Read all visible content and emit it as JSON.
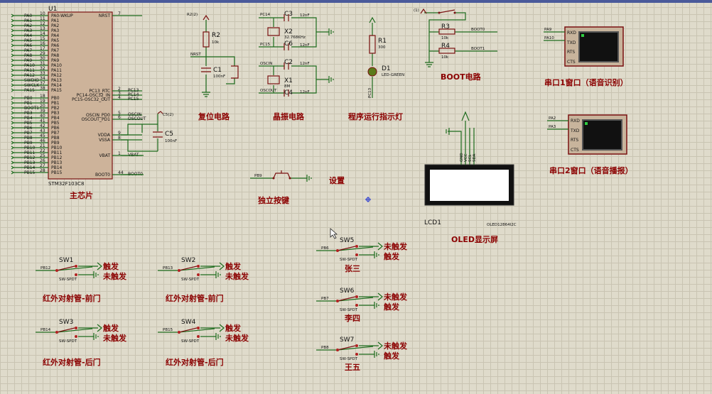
{
  "mcu": {
    "ref": "U1",
    "part": "STM32F103C8",
    "left_pins": [
      {
        "name": "PA0-WKUP",
        "num": "10",
        "net": "PA0"
      },
      {
        "name": "PA1",
        "num": "11",
        "net": "PA1"
      },
      {
        "name": "PA2",
        "num": "12",
        "net": "PA2"
      },
      {
        "name": "PA3",
        "num": "13",
        "net": "PA3"
      },
      {
        "name": "PA4",
        "num": "14",
        "net": "PA4"
      },
      {
        "name": "PA5",
        "num": "15",
        "net": "PA5"
      },
      {
        "name": "PA6",
        "num": "16",
        "net": "PA6"
      },
      {
        "name": "PA7",
        "num": "17",
        "net": "PA7"
      },
      {
        "name": "PA8",
        "num": "29",
        "net": "PA8"
      },
      {
        "name": "PA9",
        "num": "30",
        "net": "PA9"
      },
      {
        "name": "PA10",
        "num": "31",
        "net": "PA10"
      },
      {
        "name": "PA11",
        "num": "32",
        "net": "PA11"
      },
      {
        "name": "PA12",
        "num": "33",
        "net": "PA12"
      },
      {
        "name": "PA13",
        "num": "34",
        "net": "SWDIO"
      },
      {
        "name": "PA14",
        "num": "37",
        "net": "SWCLK"
      },
      {
        "name": "PA15",
        "num": "38",
        "net": "PA15"
      },
      {
        "name": "PB0",
        "num": "18",
        "net": "PB0"
      },
      {
        "name": "PB1",
        "num": "19",
        "net": "PB1"
      },
      {
        "name": "PB2",
        "num": "20",
        "net": "BOOT1"
      },
      {
        "name": "PB3",
        "num": "39",
        "net": "PB3"
      },
      {
        "name": "PB4",
        "num": "40",
        "net": "PB4"
      },
      {
        "name": "PB5",
        "num": "41",
        "net": "PB5"
      },
      {
        "name": "PB6",
        "num": "42",
        "net": "PB6"
      },
      {
        "name": "PB7",
        "num": "43",
        "net": "PB7"
      },
      {
        "name": "PB8",
        "num": "45",
        "net": "PB8"
      },
      {
        "name": "PB9",
        "num": "46",
        "net": "PB9"
      },
      {
        "name": "PB10",
        "num": "21",
        "net": "PB10"
      },
      {
        "name": "PB11",
        "num": "22",
        "net": "PB11"
      },
      {
        "name": "PB12",
        "num": "25",
        "net": "PB12"
      },
      {
        "name": "PB13",
        "num": "26",
        "net": "PB13"
      },
      {
        "name": "PB14",
        "num": "27",
        "net": "PB14"
      },
      {
        "name": "PB15",
        "num": "28",
        "net": "PB15"
      }
    ],
    "right_pins": [
      {
        "name": "NRST",
        "num": "7",
        "net": ""
      },
      {
        "name": "PC13_RTC",
        "num": "2",
        "net": "PC13"
      },
      {
        "name": "PC14-OSC32_IN",
        "num": "3",
        "net": "PC14"
      },
      {
        "name": "PC15-OSC32_OUT",
        "num": "4",
        "net": "PC15"
      },
      {
        "name": "OSCIN_PD0",
        "num": "5",
        "net": "OSCIN"
      },
      {
        "name": "OSCOUT_PD1",
        "num": "6",
        "net": "OSCOUT"
      },
      {
        "name": "VDDA",
        "num": "9",
        "net": ""
      },
      {
        "name": "VSSA",
        "num": "8",
        "net": ""
      },
      {
        "name": "VBAT",
        "num": "1",
        "net": "VBAT"
      },
      {
        "name": "BOOT0",
        "num": "44",
        "net": "BOOT0"
      }
    ]
  },
  "c5": {
    "ref": "C5",
    "value": "100nF",
    "probe": "C5(2)"
  },
  "reset": {
    "r_ref": "R2",
    "r_val": "10k",
    "c_ref": "C1",
    "c_val": "100nF",
    "net": "NRST",
    "probe": "R2(2)"
  },
  "crystal": {
    "c3": "C3",
    "c3v": "12nF",
    "c6": "C6",
    "c6v": "12nF",
    "x2": "X2",
    "x2v": "32.768KHz",
    "c2": "C2",
    "c2v": "12nF",
    "c4": "C4",
    "c4v": "12nF",
    "x1": "X1",
    "x1v": "8M",
    "nets": [
      "PC14",
      "PC15",
      "OSCIN",
      "OSCOUT"
    ]
  },
  "led": {
    "r_ref": "R1",
    "r_val": "300",
    "d_ref": "D1",
    "d_val": "LED-GREEN",
    "net": "PC13"
  },
  "boot": {
    "r3": "R3",
    "r3v": "10k",
    "r4": "R4",
    "r4v": "10k",
    "net0": "BOOT0",
    "net1": "BOOT1",
    "probe": "(1)"
  },
  "uart1": {
    "pins": [
      "RXD",
      "TXD",
      "RTS",
      "CTS"
    ],
    "nets": [
      "PA9",
      "PA10"
    ]
  },
  "uart2": {
    "pins": [
      "RXD",
      "TXD",
      "RTS",
      "CTS"
    ],
    "nets": [
      "PA2",
      "PA3"
    ]
  },
  "oled": {
    "ref": "LCD1",
    "part": "OLED12864I2C",
    "pins": [
      "GND",
      "VCC",
      "SCL",
      "SDA"
    ]
  },
  "key": {
    "net": "PB9"
  },
  "switches": [
    {
      "ref": "SW1",
      "part": "SW-SPDT",
      "net": "PB12",
      "top": "触发",
      "bottom": "未触发"
    },
    {
      "ref": "SW2",
      "part": "SW-SPDT",
      "net": "PB13",
      "top": "触发",
      "bottom": "未触发"
    },
    {
      "ref": "SW3",
      "part": "SW-SPDT",
      "net": "PB14",
      "top": "触发",
      "bottom": "未触发"
    },
    {
      "ref": "SW4",
      "part": "SW-SPDT",
      "net": "PB15",
      "top": "触发",
      "bottom": "未触发"
    },
    {
      "ref": "SW5",
      "part": "SW-SPDT",
      "net": "PB6",
      "top": "未触发",
      "bottom": "触发"
    },
    {
      "ref": "SW6",
      "part": "SW-SPDT",
      "net": "PB7",
      "top": "未触发",
      "bottom": "触发"
    },
    {
      "ref": "SW7",
      "part": "SW-SPDT",
      "net": "PB8",
      "top": "未触发",
      "bottom": "触发"
    }
  ],
  "titles": {
    "main_chip": "主芯片",
    "reset": "复位电路",
    "crystal": "晶振电路",
    "led": "程序运行指示灯",
    "boot": "BOOT电路",
    "uart1": "串口1窗口（语音识别）",
    "uart2": "串口2窗口（语音播报）",
    "oled": "OLED显示屏",
    "settings": "设置",
    "key": "独立按键",
    "sw1": "红外对射管-前门",
    "sw2": "红外对射管-前门",
    "sw3": "红外对射管-后门",
    "sw4": "红外对射管-后门",
    "sw5": "张三",
    "sw6": "李四",
    "sw7": "王五"
  },
  "colors": {
    "wire": "#1d6b1d",
    "component": "#7a1111",
    "title": "#8b0000",
    "grid_bg": "#dfdbcb"
  }
}
